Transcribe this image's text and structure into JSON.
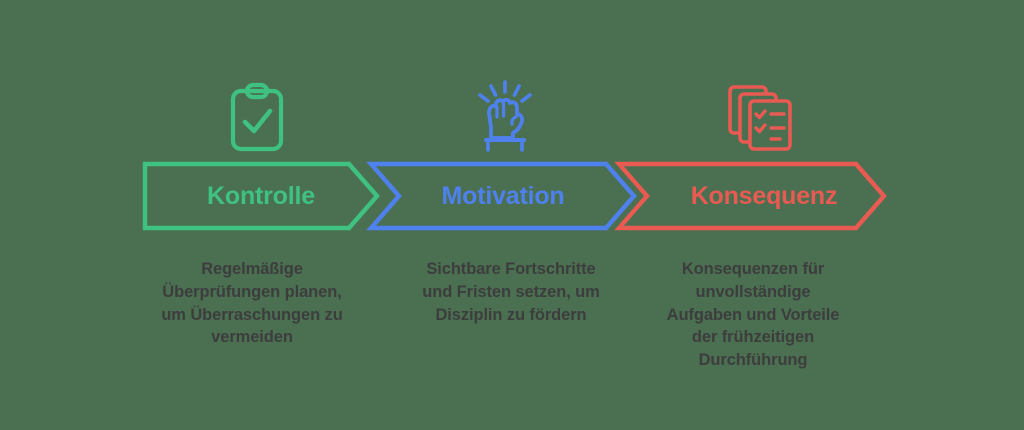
{
  "background_color": "#4a7051",
  "caption_color": "#3d3d3d",
  "steps": [
    {
      "id": "kontrolle",
      "title": "Kontrolle",
      "color": "#3fc182",
      "icon": "clipboard-check-icon",
      "caption": "Regelmäßige Überprüfungen planen, um Überraschungen zu vermeiden"
    },
    {
      "id": "motivation",
      "title": "Motivation",
      "color": "#4f81ee",
      "icon": "raised-fist-icon",
      "caption": "Sichtbare Fortschritte und Fristen setzen, um Disziplin zu fördern"
    },
    {
      "id": "konsequenz",
      "title": "Konsequenz",
      "color": "#e85a52",
      "icon": "stacked-checklists-icon",
      "caption": "Konsequenzen für unvollständige Aufgaben und Vorteile der frühzeitigen Durchführung"
    }
  ]
}
